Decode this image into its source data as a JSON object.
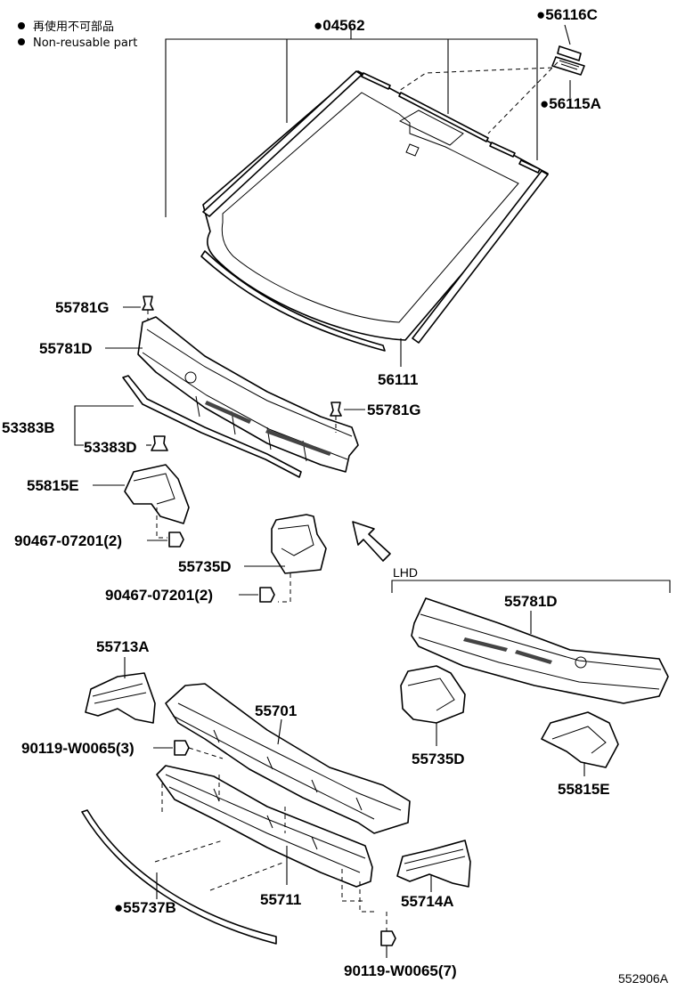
{
  "legend": {
    "items": [
      {
        "text": "再使用不可部品"
      },
      {
        "text": "Non-reusable part"
      }
    ]
  },
  "labels": {
    "p04562": "●04562",
    "p56116C": "●56116C",
    "p56115A": "●56115A",
    "p56111": "56111",
    "p55781G_top": "55781G",
    "p55781D": "55781D",
    "p53383B": "53383B",
    "p53383D": "53383D",
    "p55781G_right": "55781G",
    "p55815E": "55815E",
    "p90467_a": "90467-07201(2)",
    "p55735D": "55735D",
    "p90467_b": "90467-07201(2)",
    "lhd": "LHD",
    "p55781D_lhd": "55781D",
    "p55735D_lhd": "55735D",
    "p55815E_lhd": "55815E",
    "p55713A": "55713A",
    "p55701": "55701",
    "p90119_a": "90119-W0065(3)",
    "p55711": "55711",
    "p55714A": "55714A",
    "p55737B": "●55737B",
    "p90119_b": "90119-W0065(7)",
    "figure_code": "552906A"
  }
}
